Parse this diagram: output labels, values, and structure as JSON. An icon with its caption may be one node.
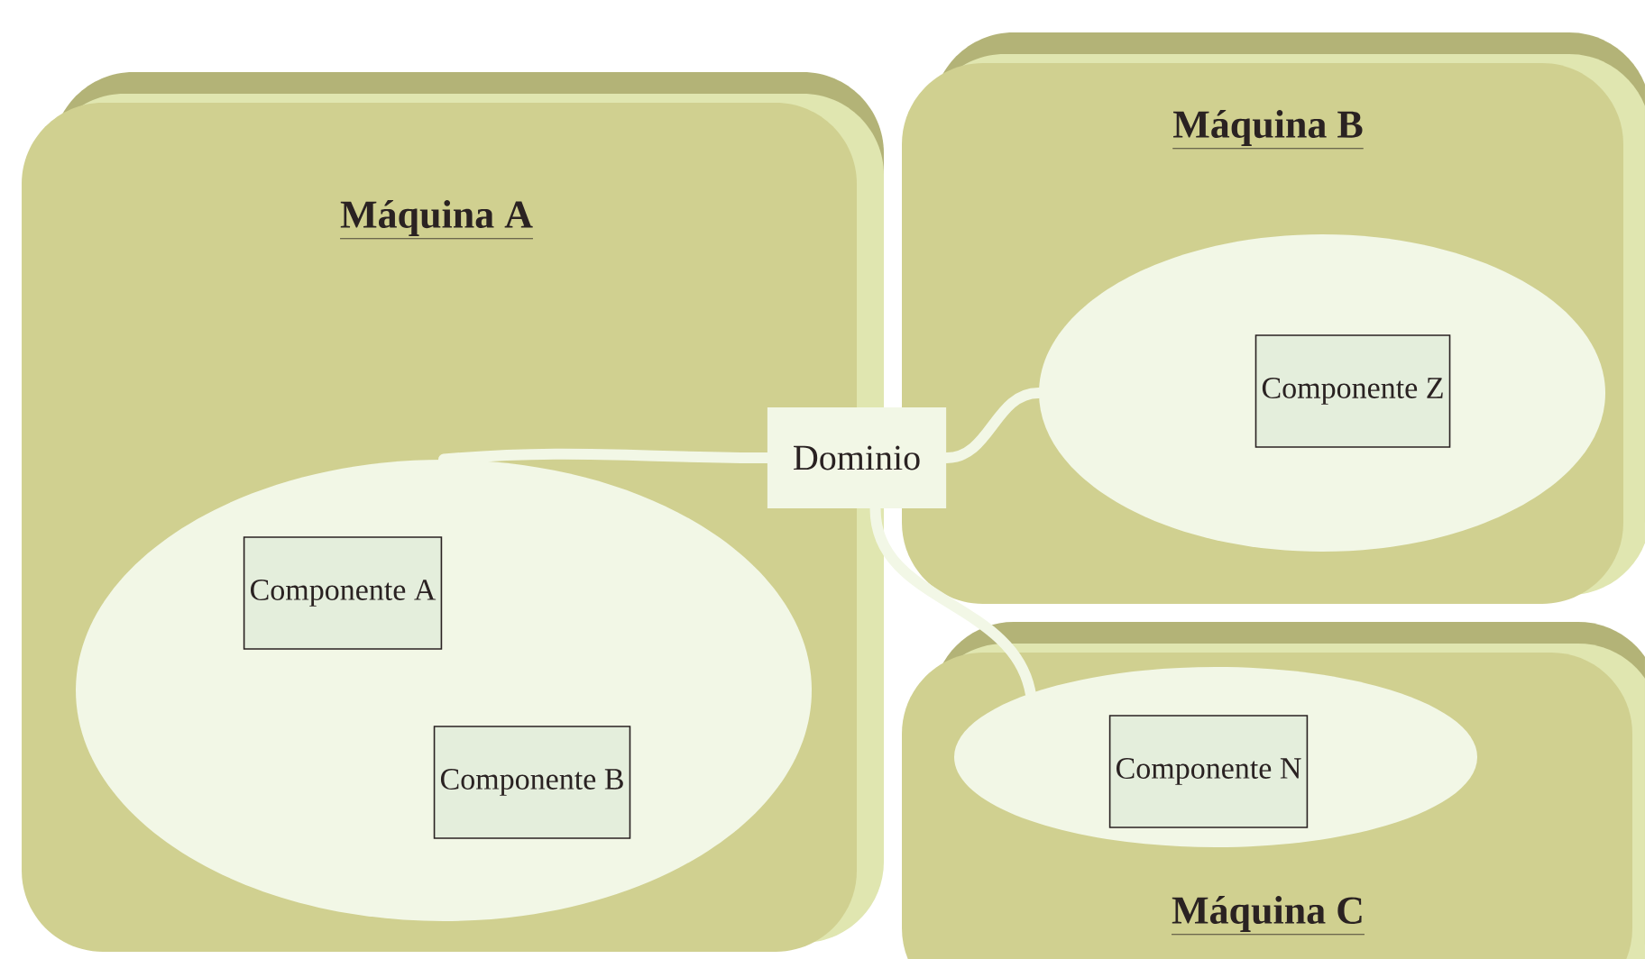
{
  "diagram": {
    "nodes": [
      {
        "text": [
          "Máquina A"
        ]
      },
      {
        "text": [],
        "shape": "ellipse",
        "in": 0
      },
      {
        "text": [
          "Componente A"
        ],
        "in": 1
      },
      {
        "text": [
          "Componente B"
        ],
        "in": 1
      },
      {
        "text": [
          "Máquina B"
        ]
      },
      {
        "text": [],
        "shape": "ellipse",
        "in": 4
      },
      {
        "text": [
          "Componente Z"
        ],
        "in": 5
      },
      {
        "text": [
          "Máquina C"
        ]
      },
      {
        "text": [],
        "shape": "ellipse",
        "in": 7
      },
      {
        "text": [
          "Componente N"
        ],
        "in": 8
      },
      {
        "text": [
          "Dominio"
        ]
      }
    ],
    "edges": [
      {
        "from": 10,
        "to": 1,
        "arrow": "none"
      },
      {
        "from": 10,
        "to": 5,
        "arrow": "none"
      },
      {
        "from": 10,
        "to": 8,
        "arrow": "none"
      }
    ]
  }
}
